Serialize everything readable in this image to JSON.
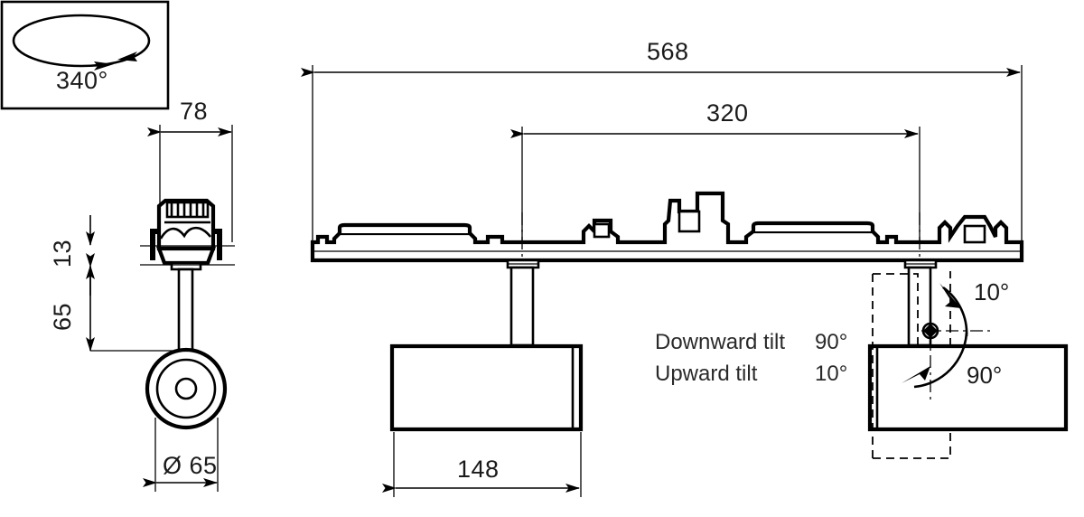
{
  "drawing": {
    "type": "technical-dimension-drawing",
    "subject": "Track-mounted twin spotlight luminaire",
    "units": "mm",
    "rotation_box": {
      "label": "340°",
      "icon": "rotation-ellipse-icon"
    },
    "side_view": {
      "width_dim": "78",
      "upper_height_dim": "13",
      "lower_height_dim": "65",
      "diameter_dim": "Ø 65"
    },
    "front_view": {
      "overall_length_dim": "568",
      "spot_spacing_dim": "320",
      "spot_width_dim": "148"
    },
    "tilt_notes": {
      "downward_label": "Downward tilt",
      "downward_value": "90°",
      "upward_label": "Upward tilt",
      "upward_value": "10°"
    },
    "tilt_callouts": {
      "up_angle": "10°",
      "down_angle": "90°"
    },
    "colors": {
      "line": "#000000",
      "background": "#ffffff",
      "text": "#1a1a1a"
    }
  }
}
